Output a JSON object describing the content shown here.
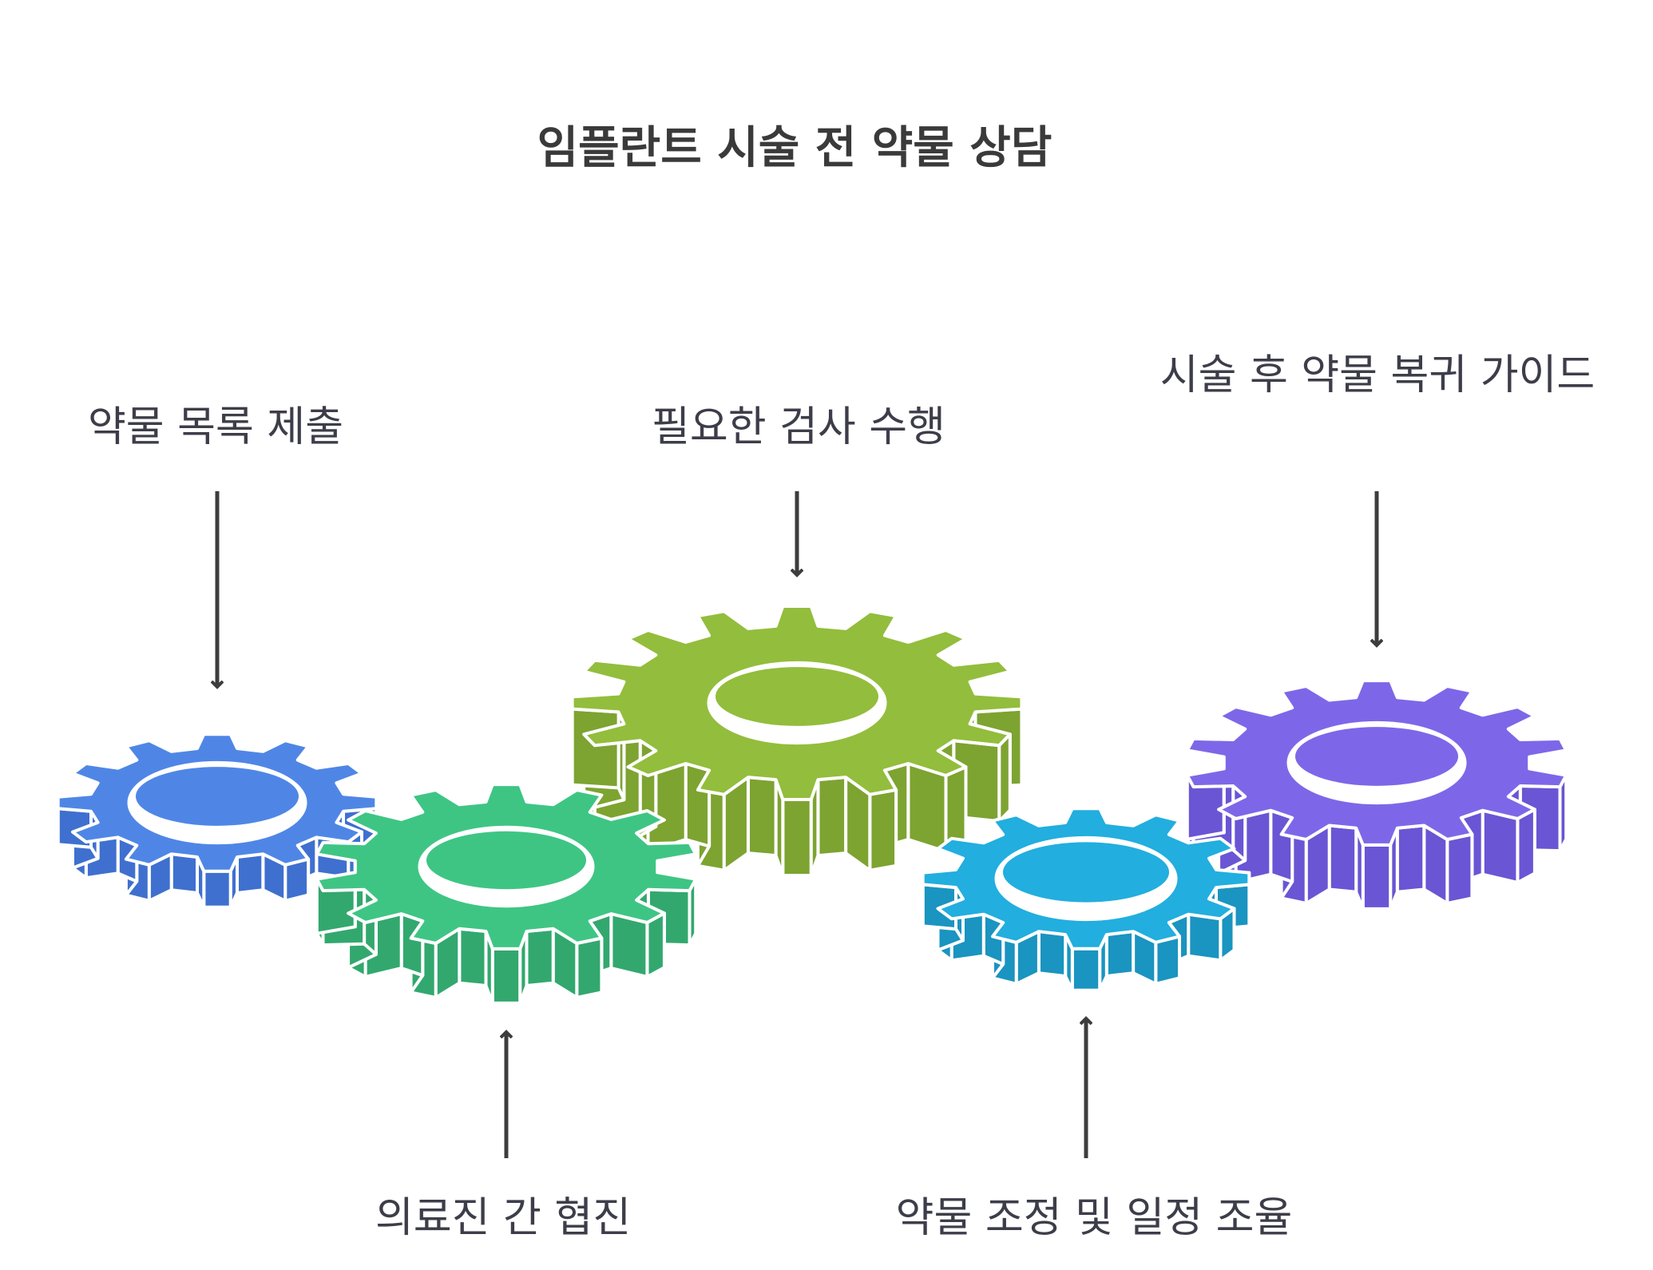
{
  "title": "임플란트 시술 전 약물 상담",
  "steps": [
    {
      "label": "약물 목록 제출",
      "color": "#4f86e6",
      "side": "#3f70cf"
    },
    {
      "label": "의료진 간 협진",
      "color": "#3ec584",
      "side": "#32a86e"
    },
    {
      "label": "필요한 검사 수행",
      "color": "#93bd3c",
      "side": "#7da331"
    },
    {
      "label": "약물 조정 및 일정 조율",
      "color": "#22aede",
      "side": "#1a94c0"
    },
    {
      "label": "시술 후 약물 복귀 가이드",
      "color": "#7d67e8",
      "side": "#6a55d4"
    }
  ]
}
